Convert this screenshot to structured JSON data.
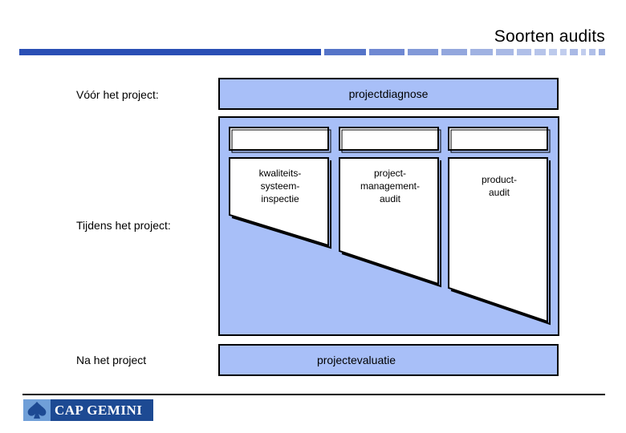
{
  "header": {
    "title": "Soorten audits"
  },
  "rows": {
    "before": {
      "label": "Vóór het project:",
      "bar": "projectdiagnose"
    },
    "during": {
      "label": "Tijdens het project:"
    },
    "after": {
      "label": "Na het project",
      "bar": "projectevaluatie"
    }
  },
  "columns": [
    {
      "lines": [
        "kwaliteits-",
        "systeem-",
        "inspectie"
      ]
    },
    {
      "lines": [
        "project-",
        "management-",
        "audit"
      ]
    },
    {
      "lines": [
        "product-",
        "audit"
      ]
    }
  ],
  "footer": {
    "logo_text": "CAP GEMINI"
  },
  "colors": {
    "accent": "#2a4fb5",
    "fill": "#a8bff8",
    "logo_bg": "#1d4a93"
  }
}
